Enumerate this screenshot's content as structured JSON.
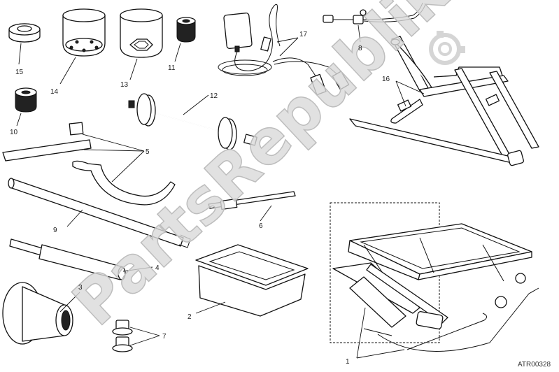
{
  "watermark": "PartsRepublik",
  "reference_code": "ATR00328",
  "parts": [
    {
      "id": "1",
      "label": "1"
    },
    {
      "id": "2",
      "label": "2"
    },
    {
      "id": "3",
      "label": "3"
    },
    {
      "id": "4",
      "label": "4"
    },
    {
      "id": "5",
      "label": "5"
    },
    {
      "id": "6",
      "label": "6"
    },
    {
      "id": "7",
      "label": "7"
    },
    {
      "id": "8",
      "label": "8"
    },
    {
      "id": "9",
      "label": "9"
    },
    {
      "id": "10",
      "label": "10"
    },
    {
      "id": "11",
      "label": "11"
    },
    {
      "id": "12",
      "label": "12"
    },
    {
      "id": "13",
      "label": "13"
    },
    {
      "id": "14",
      "label": "14"
    },
    {
      "id": "15",
      "label": "15"
    },
    {
      "id": "16",
      "label": "16"
    },
    {
      "id": "17",
      "label": "17"
    }
  ]
}
